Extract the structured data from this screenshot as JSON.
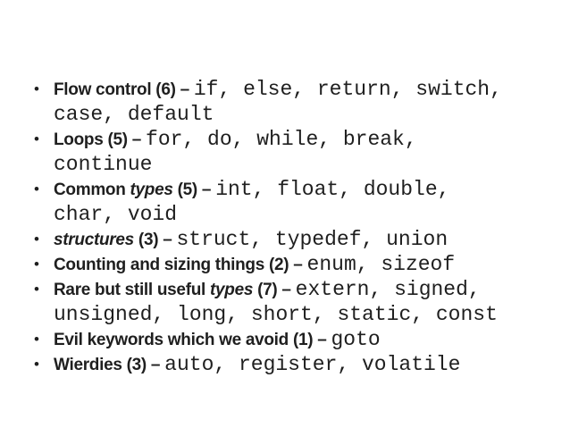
{
  "slide": {
    "bullet_char": "•",
    "colors": {
      "background": "#ffffff",
      "text": "#1f1f1f"
    },
    "items": [
      {
        "lines": [
          [
            {
              "t": "Flow control (6) – ",
              "s": "label"
            },
            {
              "t": "if, else, return, switch,",
              "s": "code"
            }
          ],
          [
            {
              "t": "case, default",
              "s": "code"
            }
          ]
        ]
      },
      {
        "lines": [
          [
            {
              "t": "Loops (5) – ",
              "s": "label"
            },
            {
              "t": "for, do, while, break,",
              "s": "code"
            }
          ],
          [
            {
              "t": "continue",
              "s": "code"
            }
          ]
        ]
      },
      {
        "lines": [
          [
            {
              "t": "Common ",
              "s": "label"
            },
            {
              "t": "types",
              "s": "label-italic"
            },
            {
              "t": " (5) – ",
              "s": "label"
            },
            {
              "t": "int, float, double,",
              "s": "code"
            }
          ],
          [
            {
              "t": "char, void",
              "s": "code"
            }
          ]
        ]
      },
      {
        "lines": [
          [
            {
              "t": "structures",
              "s": "label-italic"
            },
            {
              "t": " (3) – ",
              "s": "label"
            },
            {
              "t": "struct, typedef, union",
              "s": "code"
            }
          ]
        ]
      },
      {
        "lines": [
          [
            {
              "t": "Counting and sizing things (2) – ",
              "s": "label"
            },
            {
              "t": "enum, sizeof",
              "s": "code"
            }
          ]
        ]
      },
      {
        "lines": [
          [
            {
              "t": "Rare but still useful ",
              "s": "label"
            },
            {
              "t": "types",
              "s": "label-italic"
            },
            {
              "t": " (7) – ",
              "s": "label"
            },
            {
              "t": "extern, signed,",
              "s": "code"
            }
          ],
          [
            {
              "t": "unsigned, long, short, static, const",
              "s": "code"
            }
          ]
        ]
      },
      {
        "lines": [
          [
            {
              "t": "Evil keywords which we avoid (1) – ",
              "s": "label"
            },
            {
              "t": "goto",
              "s": "code"
            }
          ]
        ]
      },
      {
        "lines": [
          [
            {
              "t": "Wierdies (3) – ",
              "s": "label"
            },
            {
              "t": "auto, register, volatile",
              "s": "code"
            }
          ]
        ]
      }
    ]
  }
}
